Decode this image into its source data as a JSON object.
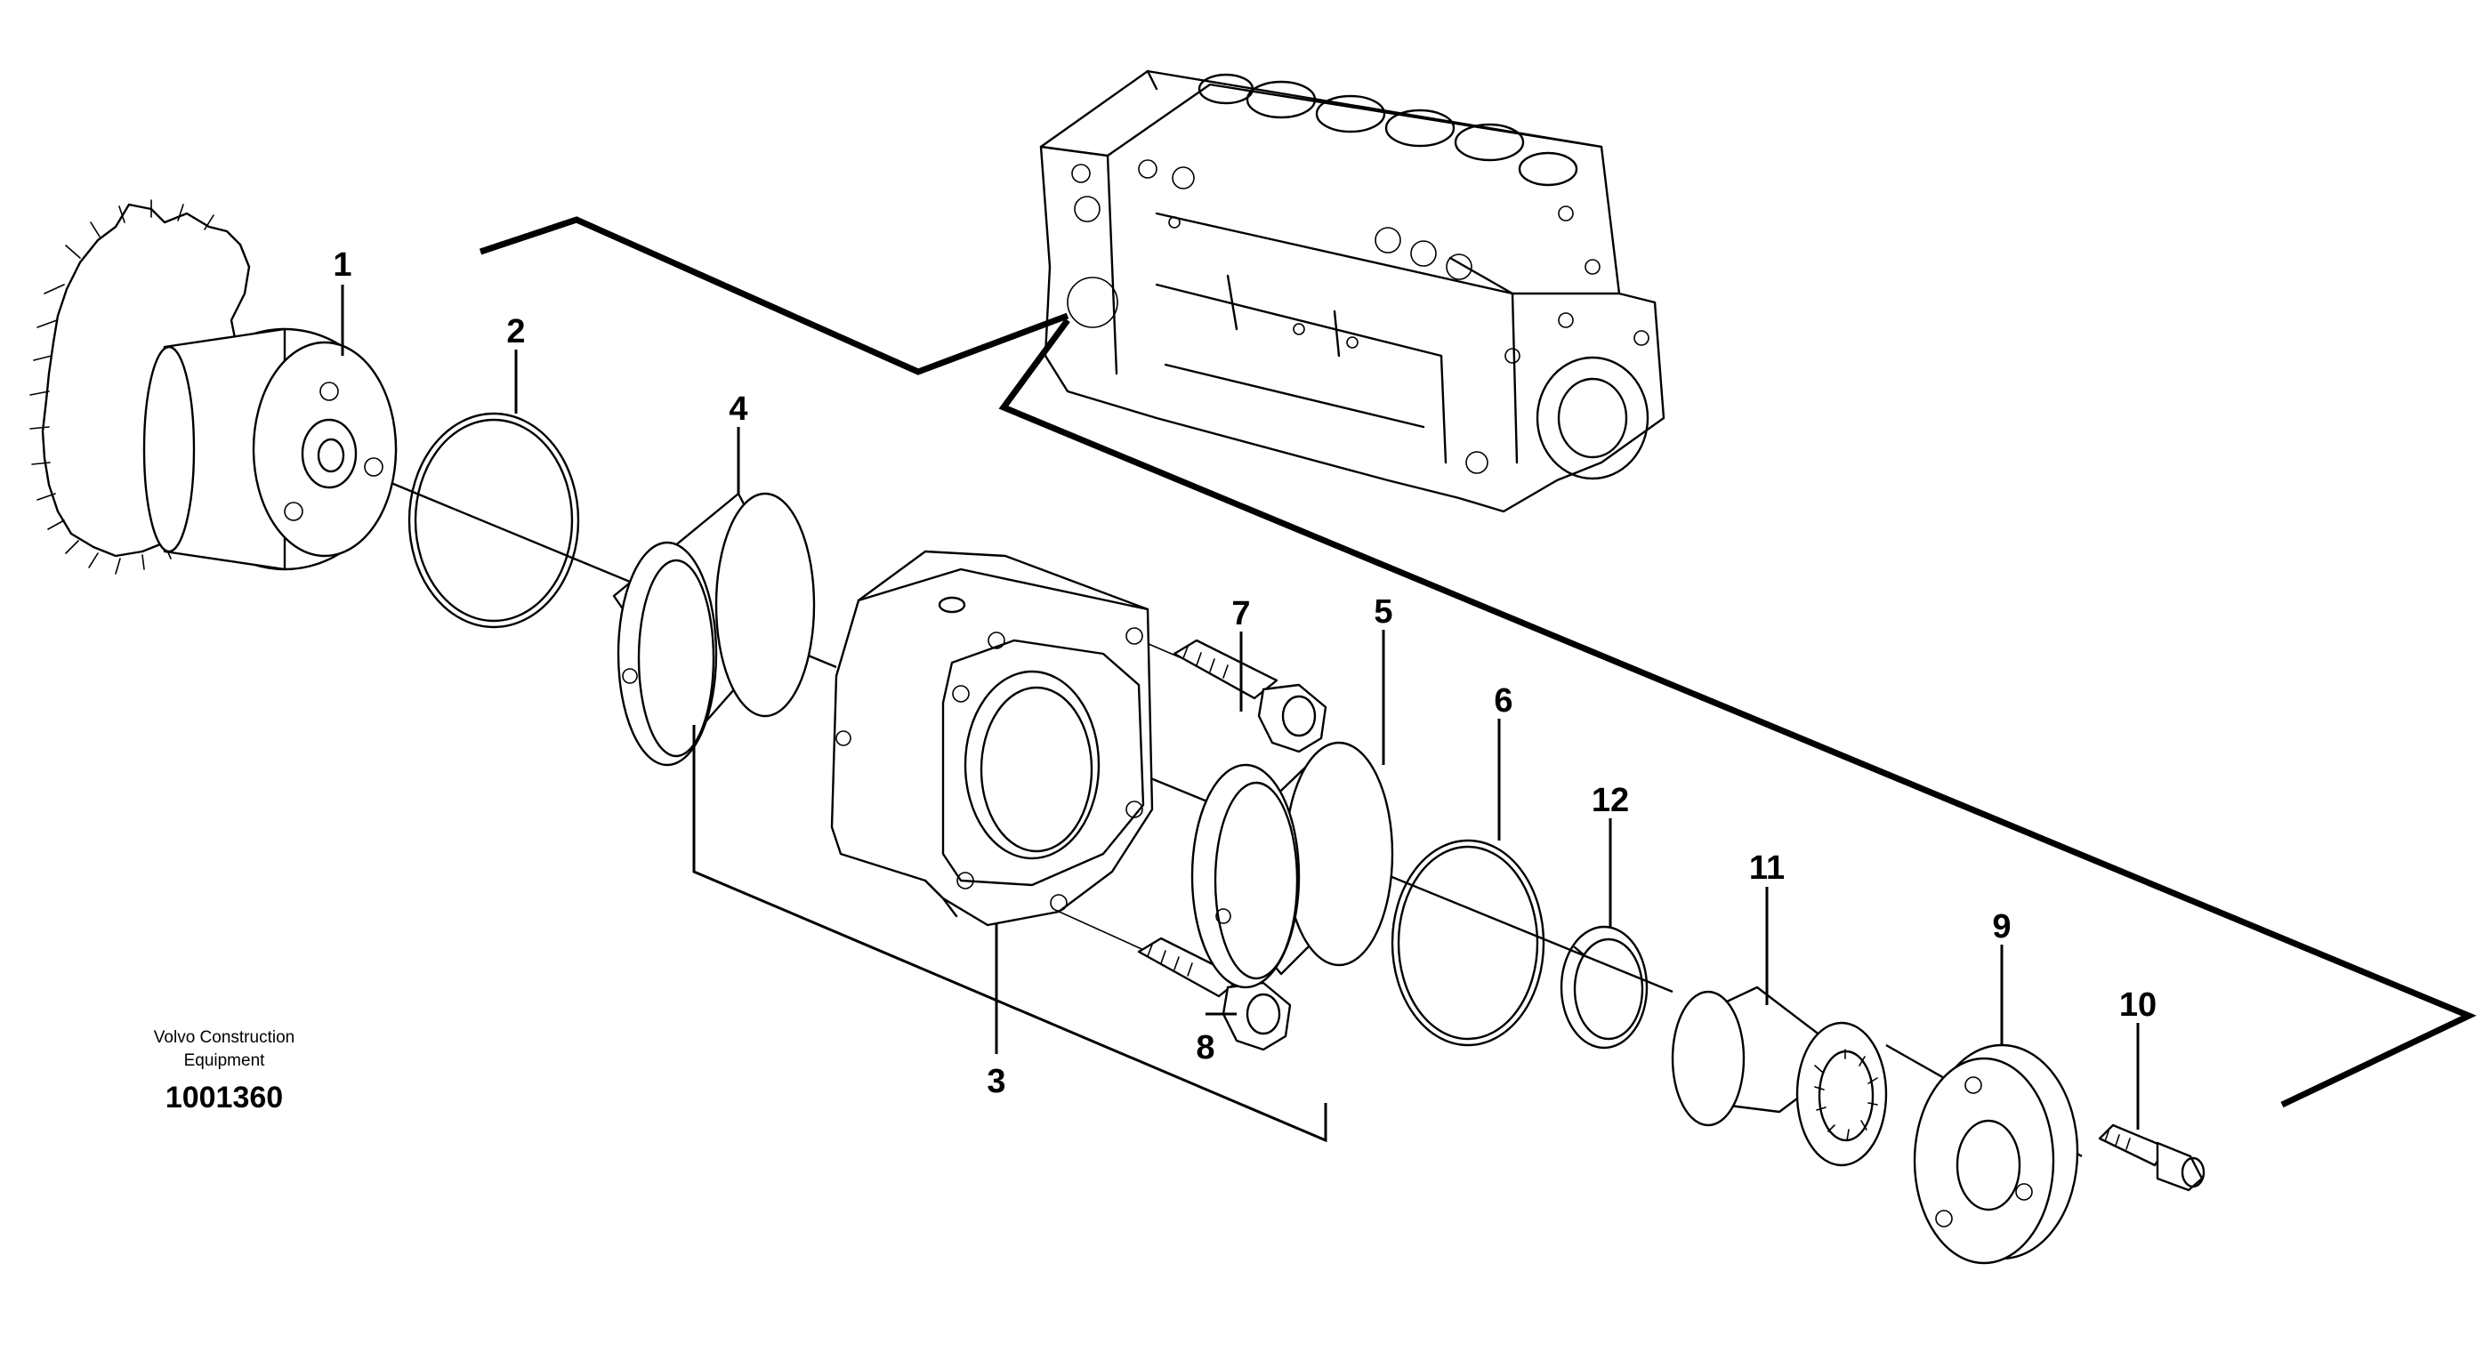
{
  "caption": {
    "company_line1": "Volvo Construction",
    "company_line2": "Equipment",
    "drawing_number": "1001360"
  },
  "callouts": {
    "c1": "1",
    "c2": "2",
    "c3": "3",
    "c4": "4",
    "c5": "5",
    "c6": "6",
    "c7": "7",
    "c8": "8",
    "c9": "9",
    "c10": "10",
    "c11": "11",
    "c12": "12"
  }
}
